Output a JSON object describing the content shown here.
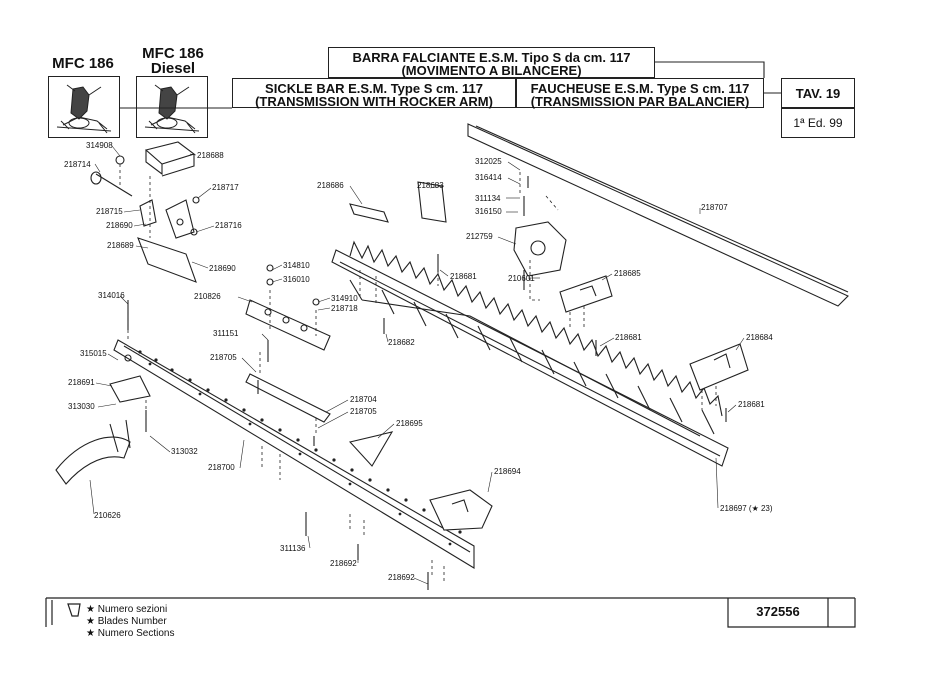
{
  "header": {
    "model_left": "MFC 186",
    "model_right_line1": "MFC 186",
    "model_right_line2": "Diesel",
    "title_it_line1": "BARRA FALCIANTE E.S.M. Tipo S da cm. 117",
    "title_it_line2": "(MOVIMENTO A BILANCERE)",
    "title_en_line1": "SICKLE BAR E.S.M. Type S cm. 117",
    "title_en_line2": "(TRANSMISSION WITH ROCKER ARM)",
    "title_fr_line1": "FAUCHEUSE E.S.M. Type S cm. 117",
    "title_fr_line2": "(TRANSMISSION PAR BALANCIER)",
    "table": "TAV. 19",
    "edition": "1ª Ed. 99"
  },
  "parts": [
    {
      "id": "p314908",
      "text": "314908"
    },
    {
      "id": "p218688",
      "text": "218688"
    },
    {
      "id": "p218714",
      "text": "218714"
    },
    {
      "id": "p218717",
      "text": "218717"
    },
    {
      "id": "p218715",
      "text": "218715"
    },
    {
      "id": "p218690a",
      "text": "218690"
    },
    {
      "id": "p218716",
      "text": "218716"
    },
    {
      "id": "p218689",
      "text": "218689"
    },
    {
      "id": "p218690b",
      "text": "218690"
    },
    {
      "id": "p314810",
      "text": "314810"
    },
    {
      "id": "p316010",
      "text": "316010"
    },
    {
      "id": "p314016",
      "text": "314016"
    },
    {
      "id": "p210826",
      "text": "210826"
    },
    {
      "id": "p314910",
      "text": "314910"
    },
    {
      "id": "p218718",
      "text": "218718"
    },
    {
      "id": "p311151",
      "text": "311151"
    },
    {
      "id": "p218682",
      "text": "218682"
    },
    {
      "id": "p315015",
      "text": "315015"
    },
    {
      "id": "p218705a",
      "text": "218705"
    },
    {
      "id": "p218691",
      "text": "218691"
    },
    {
      "id": "p313030",
      "text": "313030"
    },
    {
      "id": "p218704",
      "text": "218704"
    },
    {
      "id": "p218705b",
      "text": "218705"
    },
    {
      "id": "p218695",
      "text": "218695"
    },
    {
      "id": "p313032",
      "text": "313032"
    },
    {
      "id": "p218700",
      "text": "218700"
    },
    {
      "id": "p210626",
      "text": "210626"
    },
    {
      "id": "p218694",
      "text": "218694"
    },
    {
      "id": "p311136",
      "text": "311136"
    },
    {
      "id": "p218692a",
      "text": "218692"
    },
    {
      "id": "p218692b",
      "text": "218692"
    },
    {
      "id": "p218686",
      "text": "218686"
    },
    {
      "id": "p218683",
      "text": "218683"
    },
    {
      "id": "p218681a",
      "text": "218681"
    },
    {
      "id": "p312025",
      "text": "312025"
    },
    {
      "id": "p316414",
      "text": "316414"
    },
    {
      "id": "p311134",
      "text": "311134"
    },
    {
      "id": "p316150",
      "text": "316150"
    },
    {
      "id": "p212759",
      "text": "212759"
    },
    {
      "id": "p210601",
      "text": "210601"
    },
    {
      "id": "p218685",
      "text": "218685"
    },
    {
      "id": "p218707",
      "text": "218707"
    },
    {
      "id": "p218681b",
      "text": "218681"
    },
    {
      "id": "p218684",
      "text": "218684"
    },
    {
      "id": "p218681c",
      "text": "218681"
    },
    {
      "id": "p218697",
      "text": "218697 (★ 23)"
    }
  ],
  "legend": {
    "line1": "★ Numero sezioni",
    "line2": "★ Blades Number",
    "line3": "★ Numero Sections"
  },
  "footer": {
    "code": "372556"
  }
}
